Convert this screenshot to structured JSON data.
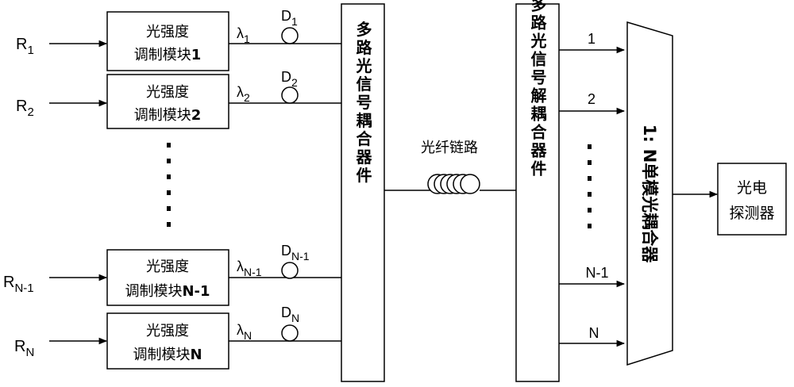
{
  "inputs": [
    {
      "label": "R",
      "sub": "1"
    },
    {
      "label": "R",
      "sub": "2"
    },
    {
      "label": "R",
      "sub": "N-1"
    },
    {
      "label": "R",
      "sub": "N"
    }
  ],
  "modulators": [
    {
      "line1": "光强度",
      "line2": "调制模块",
      "num": "1"
    },
    {
      "line1": "光强度",
      "line2": "调制模块",
      "num": "2"
    },
    {
      "line1": "光强度",
      "line2": "调制模块",
      "num": "N-1"
    },
    {
      "line1": "光强度",
      "line2": "调制模块",
      "num": "N"
    }
  ],
  "wavelengths": [
    {
      "sym": "λ",
      "sub": "1"
    },
    {
      "sym": "λ",
      "sub": "2"
    },
    {
      "sym": "λ",
      "sub": "N-1"
    },
    {
      "sym": "λ",
      "sub": "N"
    }
  ],
  "delays": [
    {
      "sym": "D",
      "sub": "1"
    },
    {
      "sym": "D",
      "sub": "2"
    },
    {
      "sym": "D",
      "sub": "N-1"
    },
    {
      "sym": "D",
      "sub": "N"
    }
  ],
  "coupler": {
    "text": "多路光信号耦合器件"
  },
  "fiber": {
    "label": "光纤链路"
  },
  "decoupler": {
    "text": "多路光信号解耦合器件"
  },
  "outputs": [
    "1",
    "2",
    "N-1",
    "N"
  ],
  "combiner": {
    "prefix": "1:",
    "text": "N单模光耦合器"
  },
  "detector": {
    "line1": "光电",
    "line2": "探测器"
  }
}
